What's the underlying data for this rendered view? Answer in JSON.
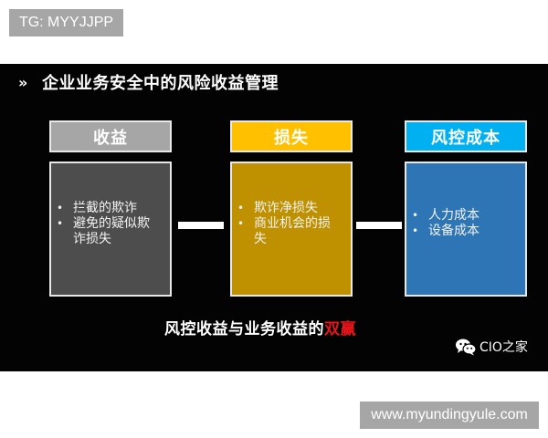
{
  "watermark_top": "TG: MYYJJPP",
  "watermark_bottom": "www.myundingyule.com",
  "slide": {
    "title_icon": "double-chevron-right-icon",
    "title": "企业业务安全中的风险收益管理",
    "columns": [
      {
        "header": "收益",
        "header_color": "#a6a6a6",
        "body_color": "#4d4d4d",
        "items": [
          "拦截的欺诈",
          "避免的疑似欺诈损失"
        ]
      },
      {
        "header": "损失",
        "header_color": "#ffc000",
        "body_color": "#bf9000",
        "items": [
          "欺诈净损失",
          "商业机会的损失"
        ]
      },
      {
        "header": "风控成本",
        "header_color": "#00b0f0",
        "body_color": "#2e75b6",
        "items": [
          "人力成本",
          "设备成本"
        ]
      }
    ],
    "summary_prefix": "风控收益与业务收益的",
    "summary_highlight": "双赢",
    "summary_highlight_color": "#e8151a",
    "brand_icon": "wechat-icon",
    "brand_name": "CIO之家"
  }
}
